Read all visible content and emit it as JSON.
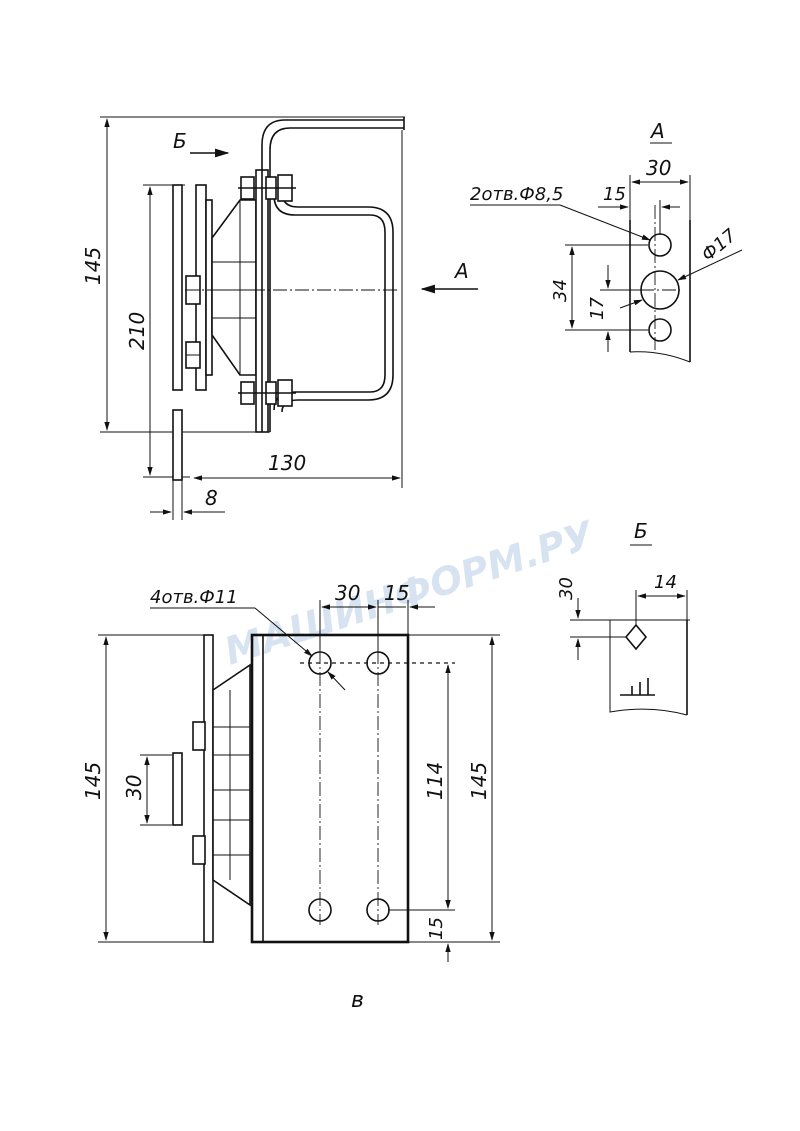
{
  "watermark": "МАШИНФОРМ.РУ",
  "views": {
    "main": {
      "dims": {
        "height_145": "145",
        "height_210": "210",
        "width_130": "130",
        "thickness_8": "8"
      },
      "view_b_arrow": "Б",
      "view_a_arrow": "А"
    },
    "view_a": {
      "label": "А",
      "dims": {
        "w30": "30",
        "w15": "15",
        "h34": "34",
        "h17": "17"
      },
      "holes_note": "2отв.Ф8,5",
      "big_hole": "Ф17"
    },
    "view_b": {
      "label": "Б",
      "dims": {
        "d30": "30",
        "d14": "14"
      }
    },
    "bottom": {
      "holes_note": "4отв.Ф11",
      "dims": {
        "w30": "30",
        "w15": "15",
        "h145_left": "145",
        "h30": "30",
        "h114": "114",
        "h145_right": "145",
        "h15": "15"
      },
      "caption": "в"
    }
  }
}
